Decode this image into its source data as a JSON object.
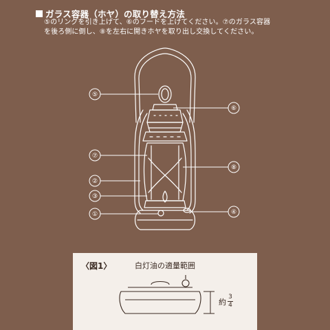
{
  "heading": "ガラス容器（ホヤ）の取り替え方法",
  "description": [
    "⑤のリングを引き上げて、⑥のフードを上げてください。⑦のガラス容器",
    "を後ろ側に倒し、⑧を左右に開きホヤを取り出し交換してください。"
  ],
  "callouts": [
    "①",
    "②",
    "③",
    "④",
    "⑤",
    "⑥",
    "⑦",
    "⑧"
  ],
  "figure_box": {
    "label": "〈図1〉",
    "title": "白灯油の適量範囲",
    "approx_prefix": "約",
    "fraction_top": "3",
    "fraction_bottom": "4"
  },
  "colors": {
    "background": "#7e5e4d",
    "line": "#ffffff",
    "box": "#f4efea",
    "box_text": "#3a2a22"
  }
}
